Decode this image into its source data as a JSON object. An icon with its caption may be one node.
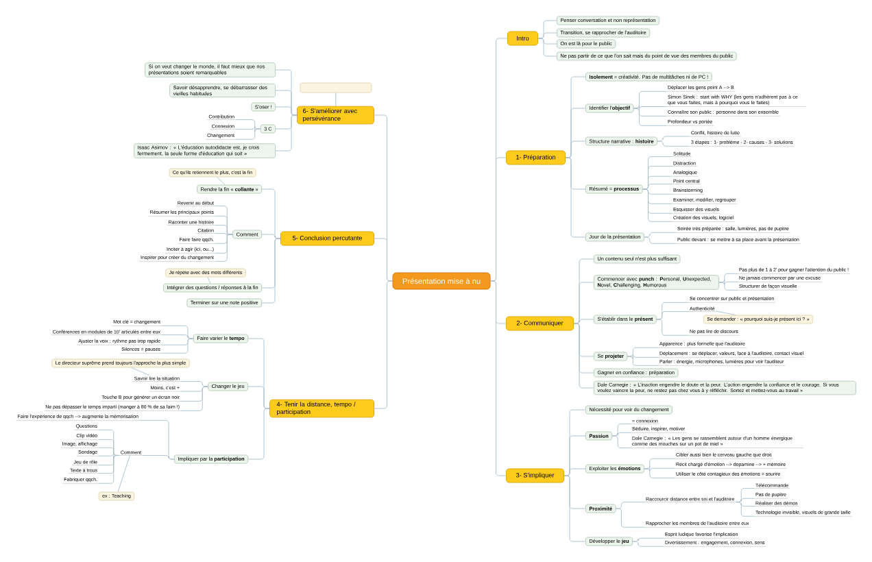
{
  "diagram": {
    "nodes": [
      {
        "text": [
          "Présentation mise à nu"
        ]
      },
      {
        "text": [
          "Intro"
        ]
      },
      {
        "text": [
          "Penser conversation et non représentation"
        ]
      },
      {
        "text": [
          "Transition, se rapprocher de l'auditoire"
        ]
      },
      {
        "text": [
          "On est là pour le public"
        ]
      },
      {
        "text": [
          "Ne pas partir de ce que l'on sait mais du point de vue des membres du public"
        ]
      },
      {
        "text": [
          "1- Préparation"
        ]
      },
      {
        "text": [
          "**Isolement** = créativité. Pas de multitâches ni de PC !"
        ]
      },
      {
        "text": [
          "Identifier l'**objectif**"
        ]
      },
      {
        "text": [
          "Déplacer les gens point A --> B"
        ]
      },
      {
        "text": [
          "Simon Sinek : start with WHY (les gens n'adhèrent pas à ce que vous faites, mais à pourquoi vous le faites)"
        ]
      },
      {
        "text": [
          "Connaître son public : personne dans son ensemble"
        ]
      },
      {
        "text": [
          "Profondeur vs portée"
        ]
      },
      {
        "text": [
          "Structure narrative : **histoire**"
        ]
      },
      {
        "text": [
          "Conflit, histoire de lutte"
        ]
      },
      {
        "text": [
          "3 étapes : 1- problème - 2- causes - 3- solutions"
        ]
      },
      {
        "text": [
          "Résumé = **processus**"
        ]
      },
      {
        "text": [
          "Solitude"
        ]
      },
      {
        "text": [
          "Distraction"
        ]
      },
      {
        "text": [
          "Analogique"
        ]
      },
      {
        "text": [
          "Point central"
        ]
      },
      {
        "text": [
          "Brainstorming"
        ]
      },
      {
        "text": [
          "Examiner, modifier, regrouper"
        ]
      },
      {
        "text": [
          "Esquisser des visuels"
        ]
      },
      {
        "text": [
          "Création des visuels, logiciel"
        ]
      },
      {
        "text": [
          "Jour de la présentation"
        ]
      },
      {
        "text": [
          "Soirée très préparée : salle, lumières, pas de pupitre"
        ]
      },
      {
        "text": [
          "Public devant : se mettre à sa place avant la présentation"
        ]
      },
      {
        "text": [
          "2- Communiquer"
        ]
      },
      {
        "text": [
          "Un contenu seul n'est plus suffisant"
        ]
      },
      {
        "text": [
          "Commencer avec **punch** : **P**ersonal, **U**nexpected, **N**ovel, **C**hallenging, **H**umorous"
        ]
      },
      {
        "text": [
          "Pas plus de 1 à 2' pour gagner l'attention du public !"
        ]
      },
      {
        "text": [
          "Ne jamais commencer par une excuse"
        ]
      },
      {
        "text": [
          "Structurer de façon visuelle"
        ]
      },
      {
        "text": [
          "S'établir dans le **présent**"
        ]
      },
      {
        "text": [
          "Se concentrer sur public et présentation"
        ]
      },
      {
        "text": [
          "Authenticité"
        ]
      },
      {
        "text": [
          "Se demander : « pourquoi suis-je présent ici ? »"
        ]
      },
      {
        "text": [
          "Ne pas lire de discours"
        ]
      },
      {
        "text": [
          "Se **projeter**"
        ]
      },
      {
        "text": [
          "Apparence : plus formelle que l'auditoire"
        ]
      },
      {
        "text": [
          "Déplacement : se déplacer, valeurs, face à l'auditoire, contact visuel"
        ]
      },
      {
        "text": [
          "Parler : énergie, microphones, lumières pour voir l'auditeur"
        ]
      },
      {
        "text": [
          "Gagner en confiance : préparation"
        ]
      },
      {
        "text": [
          "Dale Carnegie : « L'inaction engendre le doute et la peur. L'action engendre la confiance et le courage. Si vous voulez vaincre la peur, ne restez pas chez vous à y réfléchir. Sortez et mettez-vous au travail »"
        ]
      },
      {
        "text": [
          "3- S'impliquer"
        ]
      },
      {
        "text": [
          "Nécessité pour voir du changement"
        ]
      },
      {
        "text": [
          "Passion"
        ]
      },
      {
        "text": [
          "= connexion"
        ]
      },
      {
        "text": [
          "Séduire, inspirer, motiver"
        ]
      },
      {
        "text": [
          "Dale Carnegie : « Les gens se rassemblent autour d'un homme énergique comme des mouches sur un pot de miel »"
        ]
      },
      {
        "text": [
          "Exploiter les **émotions**"
        ]
      },
      {
        "text": [
          "Cibler aussi bien le cerveau gauche que droit"
        ]
      },
      {
        "text": [
          "Récit chargé d'émotion --> dopamine --> + mémoire"
        ]
      },
      {
        "text": [
          "Utiliser le côté contagieux des émotions = sourire"
        ]
      },
      {
        "text": [
          "Proximité"
        ]
      },
      {
        "text": [
          "Raccourcir distance entre soi et l'auditoire"
        ]
      },
      {
        "text": [
          "Télécommande"
        ]
      },
      {
        "text": [
          "Pas de pupitre"
        ]
      },
      {
        "text": [
          "Réaliser des démos"
        ]
      },
      {
        "text": [
          "Technologie invisible, visuels de grande taille"
        ]
      },
      {
        "text": [
          "Rapprocher les membres de l'auditoire entre eux"
        ]
      },
      {
        "text": [
          "Développer le **jeu**"
        ]
      },
      {
        "text": [
          "Esprit ludique favorise l'implication"
        ]
      },
      {
        "text": [
          "Divertissement : engagement, connexion, sens"
        ]
      },
      {
        "text": [
          "4- Tenir la distance, tempo / participation"
        ]
      },
      {
        "text": [
          "Faire varier le **tempo**"
        ]
      },
      {
        "text": [
          "Mot clé = changement"
        ]
      },
      {
        "text": [
          "Conférences en modules de 10' articulés entre eux"
        ]
      },
      {
        "text": [
          "Ajuster la voix : rythme pas trop rapide"
        ]
      },
      {
        "text": [
          "Silences = pauses"
        ]
      },
      {
        "text": [
          "Changer le jeu"
        ]
      },
      {
        "text": [
          "Le directeur suprême prend toujours l'approche la plus simple"
        ]
      },
      {
        "text": [
          "Savoir lire la situation"
        ]
      },
      {
        "text": [
          "Moins, c'est +"
        ]
      },
      {
        "text": [
          "Touche B pour générer un écran noir"
        ]
      },
      {
        "text": [
          "Ne pas dépasser le temps imparti (manger à 80 % de sa faim !)"
        ]
      },
      {
        "text": [
          "Impliquer par la **participation**"
        ]
      },
      {
        "text": [
          "Faire l'expérience de qqch --> augmente la mémorisation"
        ]
      },
      {
        "text": [
          "Comment"
        ]
      },
      {
        "text": [
          "Questions"
        ]
      },
      {
        "text": [
          "Clip vidéo"
        ]
      },
      {
        "text": [
          "Image, affichage"
        ]
      },
      {
        "text": [
          "Sondage"
        ]
      },
      {
        "text": [
          "Jeu de rôle"
        ]
      },
      {
        "text": [
          "Texte à trous"
        ]
      },
      {
        "text": [
          "Fabriquer qqch."
        ]
      },
      {
        "text": [
          "ex : Teaching"
        ]
      },
      {
        "text": [
          "5- Conclusion percutante"
        ]
      },
      {
        "text": [
          "Ce qu'ils retiennent le plus, c'est la fin"
        ]
      },
      {
        "text": [
          "Rendre la fin « **collante** »"
        ]
      },
      {
        "text": [
          "Comment"
        ]
      },
      {
        "text": [
          "Revenir au début"
        ]
      },
      {
        "text": [
          "Résumer les principaux points"
        ]
      },
      {
        "text": [
          "Raconter une histoire"
        ]
      },
      {
        "text": [
          "Citation"
        ]
      },
      {
        "text": [
          "Faire faire qqch."
        ]
      },
      {
        "text": [
          "Inciter à agir (ici, ou...)"
        ]
      },
      {
        "text": [
          "Inspirer pour créer du changement"
        ]
      },
      {
        "text": [
          "Je répète avec des mots différents"
        ]
      },
      {
        "text": [
          "Intégrer des questions / réponses à la fin"
        ]
      },
      {
        "text": [
          "Terminer sur une note positive"
        ]
      },
      {
        "text": [
          "6- S'améliorer avec persévérance"
        ]
      },
      {
        "text": [],
        "shape": "box"
      },
      {
        "text": [
          "Si on veut changer le monde, il faut mieux que nos présentations soient remarquables"
        ]
      },
      {
        "text": [
          "Savoir désapprendre, se débarrasser des vieilles habitudes"
        ]
      },
      {
        "text": [
          "S'oser !"
        ]
      },
      {
        "text": [
          "3 C"
        ]
      },
      {
        "text": [
          "Contribution"
        ]
      },
      {
        "text": [
          "Connexion"
        ]
      },
      {
        "text": [
          "Changement"
        ]
      },
      {
        "text": [
          "Isaac Asimov : « L'éducation autodidacte est, je crois fermement, la seule forme d'éducation qui soit »"
        ]
      }
    ],
    "edges": [
      {
        "from": 0,
        "to": 1,
        "arrow": "none"
      },
      {
        "from": 0,
        "to": 6,
        "arrow": "none"
      },
      {
        "from": 0,
        "to": 28,
        "arrow": "none"
      },
      {
        "from": 0,
        "to": 45,
        "arrow": "none"
      },
      {
        "from": 0,
        "to": 65,
        "arrow": "none"
      },
      {
        "from": 0,
        "to": 88,
        "arrow": "none"
      },
      {
        "from": 0,
        "to": 102,
        "arrow": "none"
      },
      {
        "from": 1,
        "to": 2,
        "arrow": "none"
      },
      {
        "from": 1,
        "to": 3,
        "arrow": "none"
      },
      {
        "from": 1,
        "to": 4,
        "arrow": "none"
      },
      {
        "from": 1,
        "to": 5,
        "arrow": "none"
      },
      {
        "from": 6,
        "to": 7,
        "arrow": "none"
      },
      {
        "from": 6,
        "to": 8,
        "arrow": "none"
      },
      {
        "from": 6,
        "to": 13,
        "arrow": "none"
      },
      {
        "from": 6,
        "to": 16,
        "arrow": "none"
      },
      {
        "from": 6,
        "to": 25,
        "arrow": "none"
      },
      {
        "from": 8,
        "to": 9,
        "arrow": "none"
      },
      {
        "from": 8,
        "to": 10,
        "arrow": "none"
      },
      {
        "from": 8,
        "to": 11,
        "arrow": "none"
      },
      {
        "from": 8,
        "to": 12,
        "arrow": "none"
      },
      {
        "from": 13,
        "to": 14,
        "arrow": "none"
      },
      {
        "from": 13,
        "to": 15,
        "arrow": "none"
      },
      {
        "from": 16,
        "to": 17,
        "arrow": "none"
      },
      {
        "from": 16,
        "to": 18,
        "arrow": "none"
      },
      {
        "from": 16,
        "to": 19,
        "arrow": "none"
      },
      {
        "from": 16,
        "to": 20,
        "arrow": "none"
      },
      {
        "from": 16,
        "to": 21,
        "arrow": "none"
      },
      {
        "from": 16,
        "to": 22,
        "arrow": "none"
      },
      {
        "from": 16,
        "to": 23,
        "arrow": "none"
      },
      {
        "from": 16,
        "to": 24,
        "arrow": "none"
      },
      {
        "from": 25,
        "to": 26,
        "arrow": "none"
      },
      {
        "from": 25,
        "to": 27,
        "arrow": "none"
      },
      {
        "from": 28,
        "to": 29,
        "arrow": "none"
      },
      {
        "from": 28,
        "to": 30,
        "arrow": "none"
      },
      {
        "from": 28,
        "to": 34,
        "arrow": "none"
      },
      {
        "from": 28,
        "to": 39,
        "arrow": "none"
      },
      {
        "from": 28,
        "to": 43,
        "arrow": "none"
      },
      {
        "from": 28,
        "to": 44,
        "arrow": "none"
      },
      {
        "from": 30,
        "to": 31,
        "arrow": "none"
      },
      {
        "from": 30,
        "to": 32,
        "arrow": "none"
      },
      {
        "from": 30,
        "to": 33,
        "arrow": "none"
      },
      {
        "from": 34,
        "to": 35,
        "arrow": "none"
      },
      {
        "from": 34,
        "to": 36,
        "arrow": "none"
      },
      {
        "from": 37,
        "to": 36,
        "arrow": "none"
      },
      {
        "from": 34,
        "to": 38,
        "arrow": "none"
      },
      {
        "from": 39,
        "to": 40,
        "arrow": "none"
      },
      {
        "from": 39,
        "to": 41,
        "arrow": "none"
      },
      {
        "from": 39,
        "to": 42,
        "arrow": "none"
      },
      {
        "from": 45,
        "to": 46,
        "arrow": "none"
      },
      {
        "from": 45,
        "to": 47,
        "arrow": "none"
      },
      {
        "from": 45,
        "to": 51,
        "arrow": "none"
      },
      {
        "from": 45,
        "to": 55,
        "arrow": "none"
      },
      {
        "from": 45,
        "to": 62,
        "arrow": "none"
      },
      {
        "from": 47,
        "to": 48,
        "arrow": "none"
      },
      {
        "from": 47,
        "to": 49,
        "arrow": "none"
      },
      {
        "from": 47,
        "to": 50,
        "arrow": "none"
      },
      {
        "from": 51,
        "to": 52,
        "arrow": "none"
      },
      {
        "from": 51,
        "to": 53,
        "arrow": "none"
      },
      {
        "from": 51,
        "to": 54,
        "arrow": "none"
      },
      {
        "from": 55,
        "to": 56,
        "arrow": "none"
      },
      {
        "from": 55,
        "to": 61,
        "arrow": "none"
      },
      {
        "from": 56,
        "to": 57,
        "arrow": "none"
      },
      {
        "from": 56,
        "to": 58,
        "arrow": "none"
      },
      {
        "from": 56,
        "to": 59,
        "arrow": "none"
      },
      {
        "from": 56,
        "to": 60,
        "arrow": "none"
      },
      {
        "from": 62,
        "to": 63,
        "arrow": "none"
      },
      {
        "from": 62,
        "to": 64,
        "arrow": "none"
      },
      {
        "from": 65,
        "to": 66,
        "arrow": "none"
      },
      {
        "from": 65,
        "to": 71,
        "arrow": "none"
      },
      {
        "from": 65,
        "to": 77,
        "arrow": "none"
      },
      {
        "from": 66,
        "to": 67,
        "arrow": "none"
      },
      {
        "from": 66,
        "to": 68,
        "arrow": "none"
      },
      {
        "from": 66,
        "to": 69,
        "arrow": "none"
      },
      {
        "from": 66,
        "to": 70,
        "arrow": "none"
      },
      {
        "from": 72,
        "to": 73,
        "arrow": "none"
      },
      {
        "from": 71,
        "to": 73,
        "arrow": "none"
      },
      {
        "from": 71,
        "to": 74,
        "arrow": "none"
      },
      {
        "from": 71,
        "to": 75,
        "arrow": "none"
      },
      {
        "from": 71,
        "to": 76,
        "arrow": "none"
      },
      {
        "from": 77,
        "to": 78,
        "arrow": "none"
      },
      {
        "from": 77,
        "to": 79,
        "arrow": "none"
      },
      {
        "from": 79,
        "to": 80,
        "arrow": "none"
      },
      {
        "from": 79,
        "to": 81,
        "arrow": "none"
      },
      {
        "from": 79,
        "to": 82,
        "arrow": "none"
      },
      {
        "from": 79,
        "to": 83,
        "arrow": "none"
      },
      {
        "from": 79,
        "to": 84,
        "arrow": "none"
      },
      {
        "from": 79,
        "to": 85,
        "arrow": "none"
      },
      {
        "from": 79,
        "to": 86,
        "arrow": "none"
      },
      {
        "from": 87,
        "to": 79,
        "arrow": "none"
      },
      {
        "from": 88,
        "to": 90,
        "arrow": "none"
      },
      {
        "from": 88,
        "to": 91,
        "arrow": "none"
      },
      {
        "from": 88,
        "to": 100,
        "arrow": "none"
      },
      {
        "from": 88,
        "to": 101,
        "arrow": "none"
      },
      {
        "from": 89,
        "to": 90,
        "arrow": "none"
      },
      {
        "from": 91,
        "to": 92,
        "arrow": "none"
      },
      {
        "from": 91,
        "to": 93,
        "arrow": "none"
      },
      {
        "from": 91,
        "to": 94,
        "arrow": "none"
      },
      {
        "from": 91,
        "to": 95,
        "arrow": "none"
      },
      {
        "from": 91,
        "to": 96,
        "arrow": "none"
      },
      {
        "from": 91,
        "to": 97,
        "arrow": "none"
      },
      {
        "from": 91,
        "to": 98,
        "arrow": "none"
      },
      {
        "from": 99,
        "to": 100,
        "arrow": "none"
      },
      {
        "from": 102,
        "to": 104,
        "arrow": "none"
      },
      {
        "from": 102,
        "to": 105,
        "arrow": "none"
      },
      {
        "from": 102,
        "to": 106,
        "arrow": "none"
      },
      {
        "from": 102,
        "to": 107,
        "arrow": "none"
      },
      {
        "from": 102,
        "to": 111,
        "arrow": "none"
      },
      {
        "from": 103,
        "to": 102,
        "arrow": "none"
      },
      {
        "from": 107,
        "to": 108,
        "arrow": "none"
      },
      {
        "from": 107,
        "to": 109,
        "arrow": "none"
      },
      {
        "from": 107,
        "to": 110,
        "arrow": "none"
      }
    ]
  }
}
